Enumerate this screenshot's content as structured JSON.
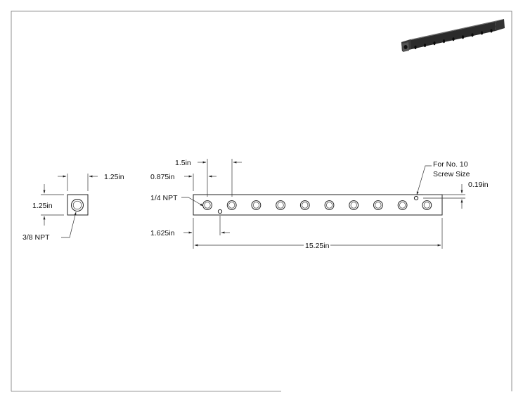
{
  "views": {
    "end": {
      "width_label": "1.25in",
      "height_label": "1.25in",
      "port_label": "3/8 NPT"
    },
    "side": {
      "pitch_label": "1.5in",
      "first_hole_label": "0.875in",
      "port_label": "1/4 NPT",
      "screw_note_line1": "For No. 10",
      "screw_note_line2": "Screw Size",
      "screw_offset_label": "0.19in",
      "screw_position_label": "1.625in",
      "length_label": "15.25in",
      "hole_count": 10
    }
  }
}
